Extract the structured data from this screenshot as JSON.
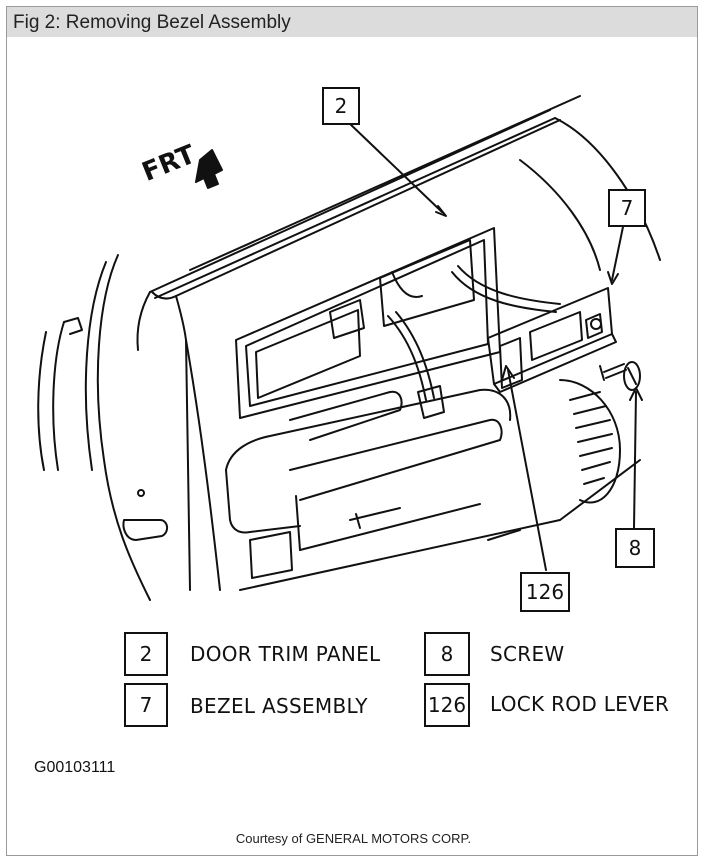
{
  "title": "Fig 2: Removing Bezel Assembly",
  "direction_label": "FRT",
  "callouts": {
    "door_trim_panel": "2",
    "bezel_assembly": "7",
    "screw": "8",
    "lock_rod_lever": "126"
  },
  "legend": [
    {
      "number": "2",
      "label": "DOOR TRIM PANEL"
    },
    {
      "number": "7",
      "label": "BEZEL ASSEMBLY"
    },
    {
      "number": "8",
      "label": "SCREW"
    },
    {
      "number": "126",
      "label": "LOCK ROD LEVER"
    }
  ],
  "figure_code": "G00103111",
  "courtesy": "Courtesy of GENERAL MOTORS CORP."
}
